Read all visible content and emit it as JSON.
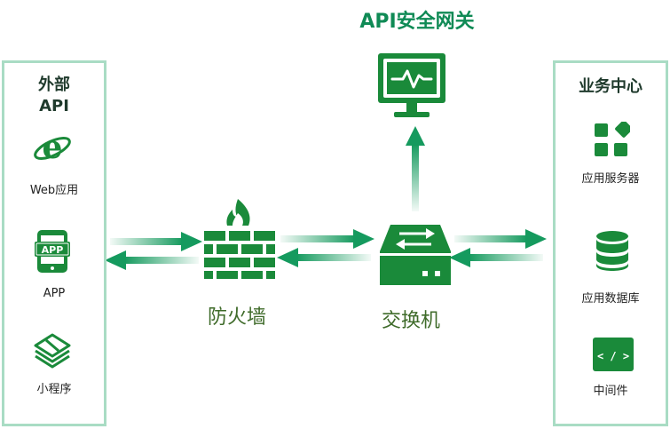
{
  "diagram_title": "API安全网关",
  "left_panel": {
    "title_line1": "外部",
    "title_line2": "API",
    "items": [
      {
        "label": "Web应用",
        "icon": "ie-browser-icon"
      },
      {
        "label": "APP",
        "icon": "app-phone-icon",
        "icon_text": "APP"
      },
      {
        "label": "小程序",
        "icon": "mini-program-icon"
      }
    ]
  },
  "right_panel": {
    "title": "业务中心",
    "items": [
      {
        "label": "应用服务器",
        "icon": "app-grid-icon"
      },
      {
        "label": "应用数据库",
        "icon": "database-icon"
      },
      {
        "label": "中间件",
        "icon": "code-icon",
        "icon_text": "< / >"
      }
    ]
  },
  "nodes": {
    "firewall": "防火墙",
    "switch": "交换机",
    "gateway_icon": "monitor-pulse-icon"
  },
  "colors": {
    "primary_green": "#1a8a3a",
    "title_green": "#0f8a55",
    "panel_border": "#a9dcc4",
    "node_label": "#3f6b2a",
    "arrow_green": "#159a5e"
  }
}
